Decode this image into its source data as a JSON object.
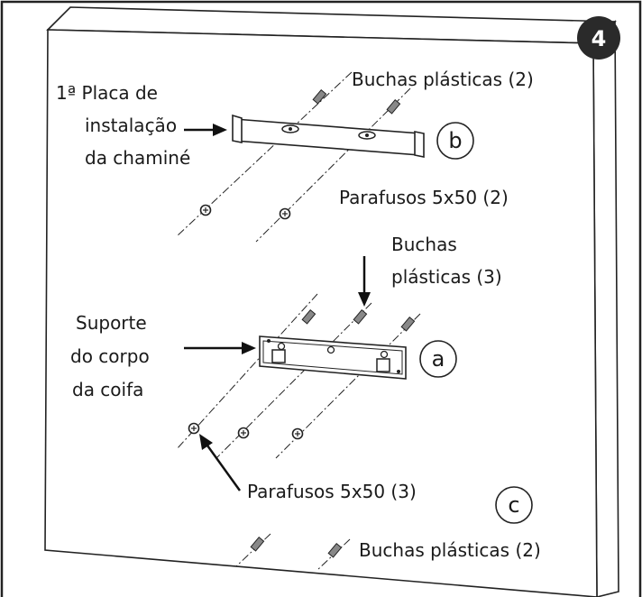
{
  "step": {
    "number": "4"
  },
  "labels": {
    "chimney_plate": [
      "1ª Placa de",
      "instalação",
      "da chaminé"
    ],
    "body_support": [
      "Suporte",
      "do corpo",
      "da coifa"
    ],
    "anchors_top": "Buchas plásticas (2)",
    "anchors_mid": [
      "Buchas",
      "plásticas (3)"
    ],
    "anchors_bottom": "Buchas plásticas (2)",
    "screws_top": "Parafusos 5x50 (2)",
    "screws_mid": "Parafusos  5x50 (3)"
  },
  "callouts": {
    "a": "a",
    "b": "b",
    "c": "c"
  },
  "colors": {
    "line": "#222222",
    "badge": "#2a2a2a",
    "background": "#ffffff"
  }
}
